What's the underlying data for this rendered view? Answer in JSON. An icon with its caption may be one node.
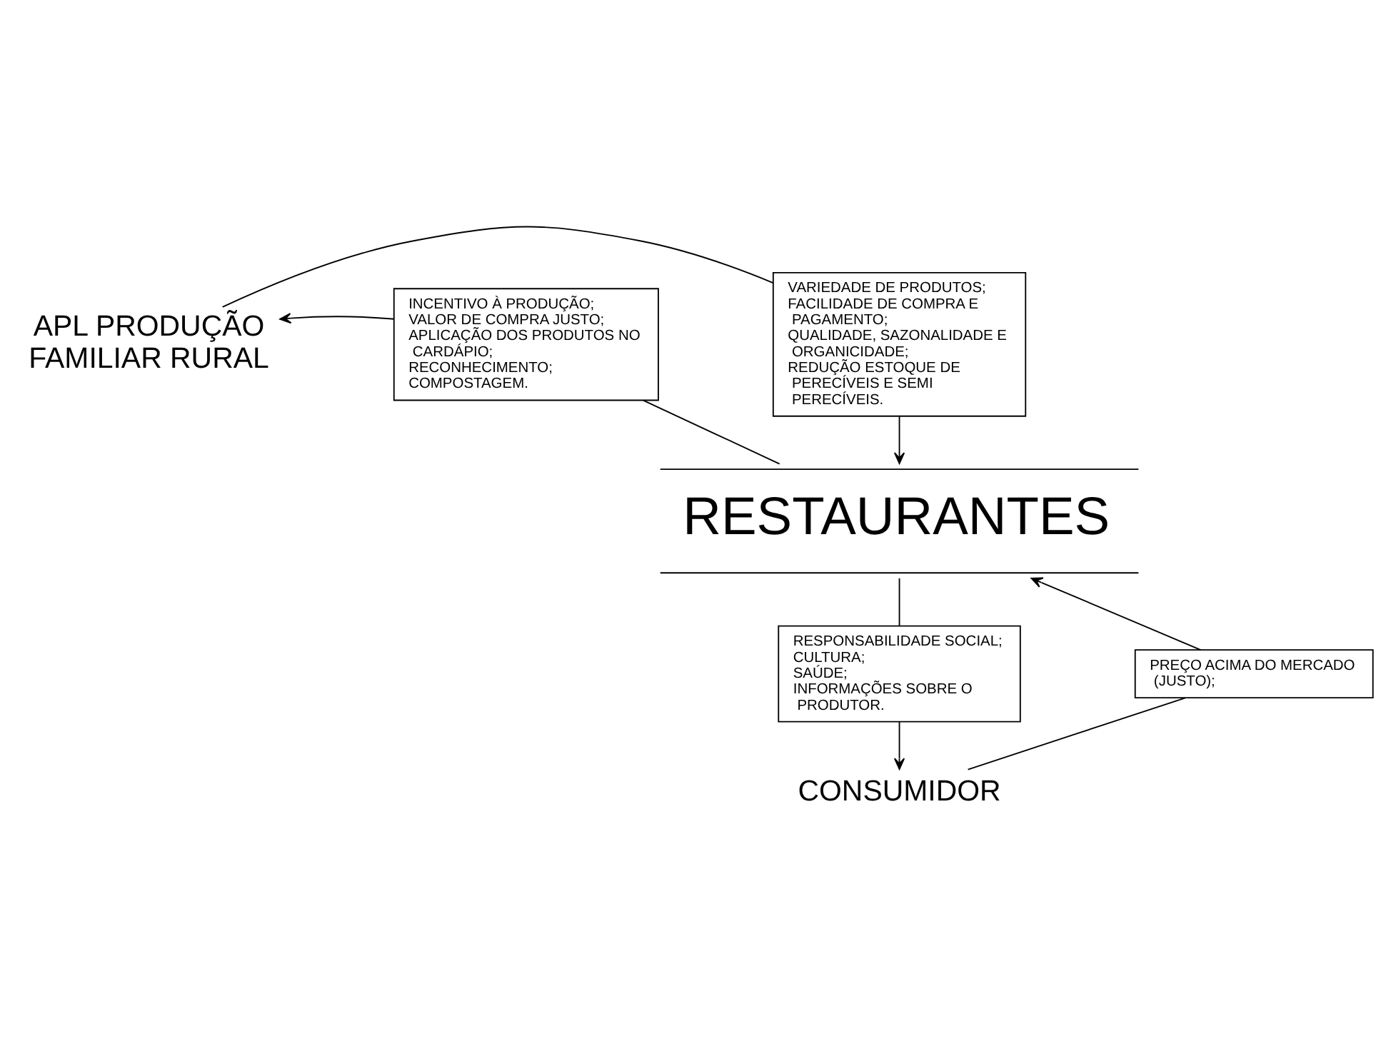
{
  "diagram": {
    "nodes": [
      {
        "text": [
          "APL PRODUÇÃO FAMILIAR RURAL"
        ]
      },
      {
        "text": [
          "RESTAURANTES"
        ]
      },
      {
        "text": [
          "CONSUMIDOR"
        ]
      },
      {
        "text": [
          "VARIEDADE DE PRODUTOS;",
          "FACILIDADE DE COMPRA E PAGAMENTO;",
          "QUALIDADE, SAZONALIDADE E ORGANICIDADE;",
          "REDUÇÃO ESTOQUE DE PERECÍVEIS E SEMI PERECÍVEIS."
        ]
      },
      {
        "text": [
          "INCENTIVO À PRODUÇÃO;",
          "VALOR DE COMPRA JUSTO;",
          "APLICAÇÃO DOS PRODUTOS NO CARDÁPIO;",
          "RECONHECIMENTO;",
          "COMPOSTAGEM."
        ]
      },
      {
        "text": [
          "RESPONSABILIDADE SOCIAL;",
          "CULTURA;",
          "SAÚDE;",
          "INFORMAÇÕES SOBRE O PRODUTOR."
        ]
      },
      {
        "text": [
          "PREÇO ACIMA DO MERCADO (JUSTO);"
        ]
      }
    ],
    "edges": [
      {
        "from": 0,
        "to": 3,
        "arrow": "none"
      },
      {
        "from": 3,
        "to": 1,
        "arrow": "to"
      },
      {
        "from": 1,
        "to": 4,
        "arrow": "none"
      },
      {
        "from": 4,
        "to": 0,
        "arrow": "to"
      },
      {
        "from": 1,
        "to": 5,
        "arrow": "none"
      },
      {
        "from": 5,
        "to": 2,
        "arrow": "to"
      },
      {
        "from": 2,
        "to": 6,
        "arrow": "none"
      },
      {
        "from": 6,
        "to": 1,
        "arrow": "to"
      }
    ]
  }
}
